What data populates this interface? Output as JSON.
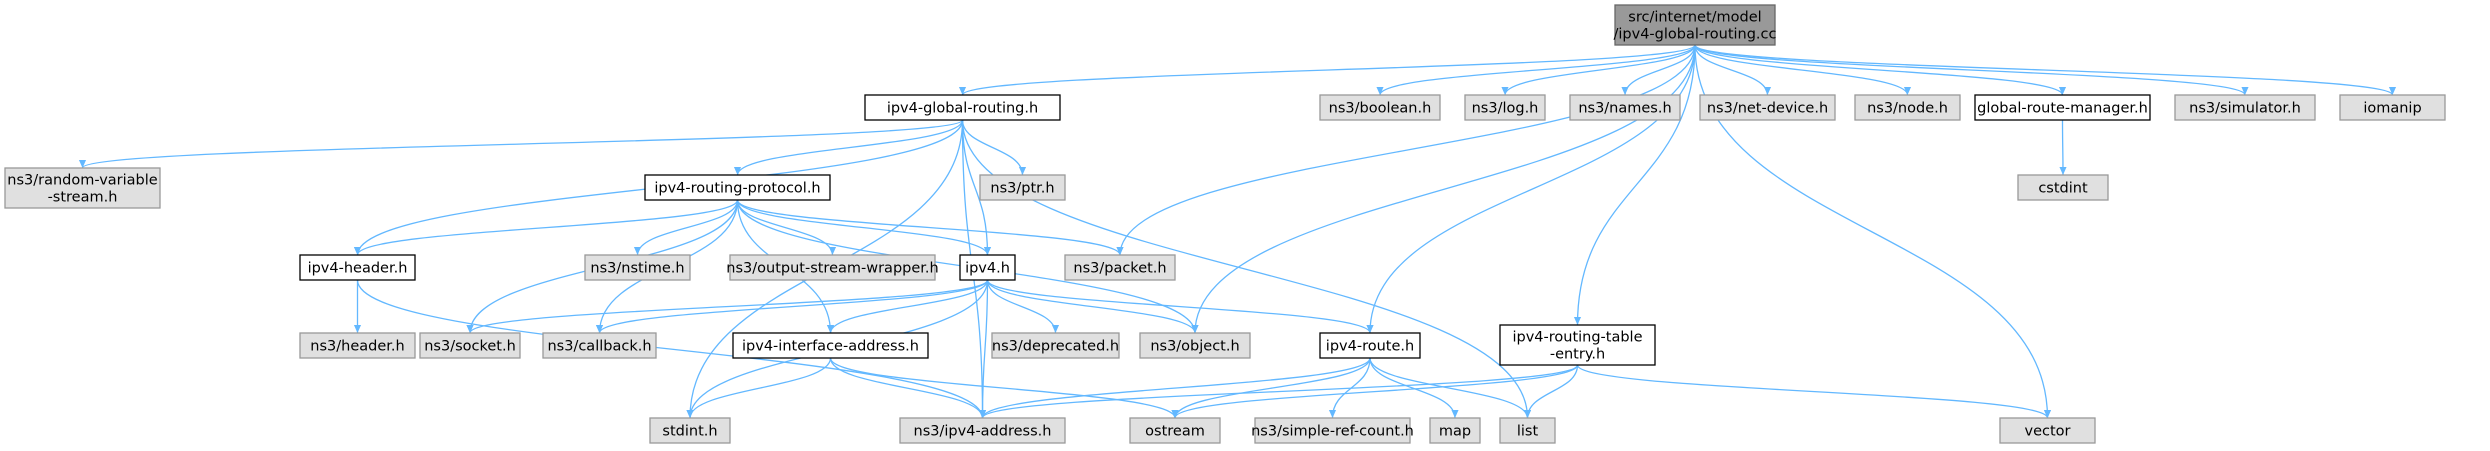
{
  "colors": {
    "edge": "#63b8ff",
    "root_fill": "#999999",
    "root_stroke": "#666666",
    "internal_fill": "#ffffff",
    "internal_stroke": "#000000",
    "external_fill": "#e0e0e0",
    "external_stroke": "#999999"
  },
  "nodes": [
    {
      "id": "root",
      "kind": "root",
      "lines": [
        "src/internet/model",
        "/ipv4-global-routing.cc"
      ]
    },
    {
      "id": "gr_h",
      "kind": "internal",
      "lines": [
        "ipv4-global-routing.h"
      ]
    },
    {
      "id": "boolean",
      "kind": "external",
      "lines": [
        "ns3/boolean.h"
      ]
    },
    {
      "id": "log",
      "kind": "external",
      "lines": [
        "ns3/log.h"
      ]
    },
    {
      "id": "names",
      "kind": "external",
      "lines": [
        "ns3/names.h"
      ]
    },
    {
      "id": "netdev",
      "kind": "external",
      "lines": [
        "ns3/net-device.h"
      ]
    },
    {
      "id": "node",
      "kind": "external",
      "lines": [
        "ns3/node.h"
      ]
    },
    {
      "id": "grm",
      "kind": "internal",
      "lines": [
        "global-route-manager.h"
      ]
    },
    {
      "id": "sim",
      "kind": "external",
      "lines": [
        "ns3/simulator.h"
      ]
    },
    {
      "id": "iomanip",
      "kind": "external",
      "lines": [
        "iomanip"
      ]
    },
    {
      "id": "rvs",
      "kind": "external",
      "lines": [
        "ns3/random-variable",
        "-stream.h"
      ]
    },
    {
      "id": "ptr",
      "kind": "external",
      "lines": [
        "ns3/ptr.h"
      ]
    },
    {
      "id": "cstdint",
      "kind": "external",
      "lines": [
        "cstdint"
      ]
    },
    {
      "id": "rp_h",
      "kind": "internal",
      "lines": [
        "ipv4-routing-protocol.h"
      ]
    },
    {
      "id": "packet",
      "kind": "external",
      "lines": [
        "ns3/packet.h"
      ]
    },
    {
      "id": "hdr",
      "kind": "internal",
      "lines": [
        "ipv4-header.h"
      ]
    },
    {
      "id": "nstime",
      "kind": "external",
      "lines": [
        "ns3/nstime.h"
      ]
    },
    {
      "id": "osw",
      "kind": "external",
      "lines": [
        "ns3/output-stream-wrapper.h"
      ]
    },
    {
      "id": "ipv4",
      "kind": "internal",
      "lines": [
        "ipv4.h"
      ]
    },
    {
      "id": "header",
      "kind": "external",
      "lines": [
        "ns3/header.h"
      ]
    },
    {
      "id": "socket",
      "kind": "external",
      "lines": [
        "ns3/socket.h"
      ]
    },
    {
      "id": "callback",
      "kind": "external",
      "lines": [
        "ns3/callback.h"
      ]
    },
    {
      "id": "ifaddr",
      "kind": "internal",
      "lines": [
        "ipv4-interface-address.h"
      ]
    },
    {
      "id": "deprecated",
      "kind": "external",
      "lines": [
        "ns3/deprecated.h"
      ]
    },
    {
      "id": "object",
      "kind": "external",
      "lines": [
        "ns3/object.h"
      ]
    },
    {
      "id": "route",
      "kind": "internal",
      "lines": [
        "ipv4-route.h"
      ]
    },
    {
      "id": "rte",
      "kind": "internal",
      "lines": [
        "ipv4-routing-table",
        "-entry.h"
      ]
    },
    {
      "id": "stdint",
      "kind": "external",
      "lines": [
        "stdint.h"
      ]
    },
    {
      "id": "addr",
      "kind": "external",
      "lines": [
        "ns3/ipv4-address.h"
      ]
    },
    {
      "id": "ostream",
      "kind": "external",
      "lines": [
        "ostream"
      ]
    },
    {
      "id": "src",
      "kind": "external",
      "lines": [
        "ns3/simple-ref-count.h"
      ]
    },
    {
      "id": "map",
      "kind": "external",
      "lines": [
        "map"
      ]
    },
    {
      "id": "list",
      "kind": "external",
      "lines": [
        "list"
      ]
    },
    {
      "id": "vector",
      "kind": "external",
      "lines": [
        "vector"
      ]
    }
  ],
  "edges": [
    [
      "root",
      "gr_h"
    ],
    [
      "root",
      "boolean"
    ],
    [
      "root",
      "log"
    ],
    [
      "root",
      "names"
    ],
    [
      "root",
      "netdev"
    ],
    [
      "root",
      "node"
    ],
    [
      "root",
      "grm"
    ],
    [
      "root",
      "sim"
    ],
    [
      "root",
      "iomanip"
    ],
    [
      "root",
      "packet"
    ],
    [
      "root",
      "object"
    ],
    [
      "root",
      "route"
    ],
    [
      "root",
      "rte"
    ],
    [
      "root",
      "vector"
    ],
    [
      "gr_h",
      "rvs"
    ],
    [
      "gr_h",
      "rp_h"
    ],
    [
      "gr_h",
      "ptr"
    ],
    [
      "gr_h",
      "hdr"
    ],
    [
      "gr_h",
      "ipv4"
    ],
    [
      "gr_h",
      "stdint"
    ],
    [
      "gr_h",
      "addr"
    ],
    [
      "gr_h",
      "list"
    ],
    [
      "grm",
      "cstdint"
    ],
    [
      "rp_h",
      "hdr"
    ],
    [
      "rp_h",
      "nstime"
    ],
    [
      "rp_h",
      "osw"
    ],
    [
      "rp_h",
      "packet"
    ],
    [
      "rp_h",
      "ipv4"
    ],
    [
      "rp_h",
      "socket"
    ],
    [
      "rp_h",
      "callback"
    ],
    [
      "rp_h",
      "ifaddr"
    ],
    [
      "rp_h",
      "object"
    ],
    [
      "hdr",
      "header"
    ],
    [
      "hdr",
      "addr"
    ],
    [
      "ipv4",
      "socket"
    ],
    [
      "ipv4",
      "callback"
    ],
    [
      "ipv4",
      "ifaddr"
    ],
    [
      "ipv4",
      "deprecated"
    ],
    [
      "ipv4",
      "object"
    ],
    [
      "ipv4",
      "route"
    ],
    [
      "ipv4",
      "stdint"
    ],
    [
      "ipv4",
      "addr"
    ],
    [
      "ifaddr",
      "stdint"
    ],
    [
      "ifaddr",
      "addr"
    ],
    [
      "ifaddr",
      "ostream"
    ],
    [
      "route",
      "addr"
    ],
    [
      "route",
      "ostream"
    ],
    [
      "route",
      "src"
    ],
    [
      "route",
      "map"
    ],
    [
      "route",
      "list"
    ],
    [
      "rte",
      "addr"
    ],
    [
      "rte",
      "ostream"
    ],
    [
      "rte",
      "list"
    ],
    [
      "rte",
      "vector"
    ]
  ]
}
